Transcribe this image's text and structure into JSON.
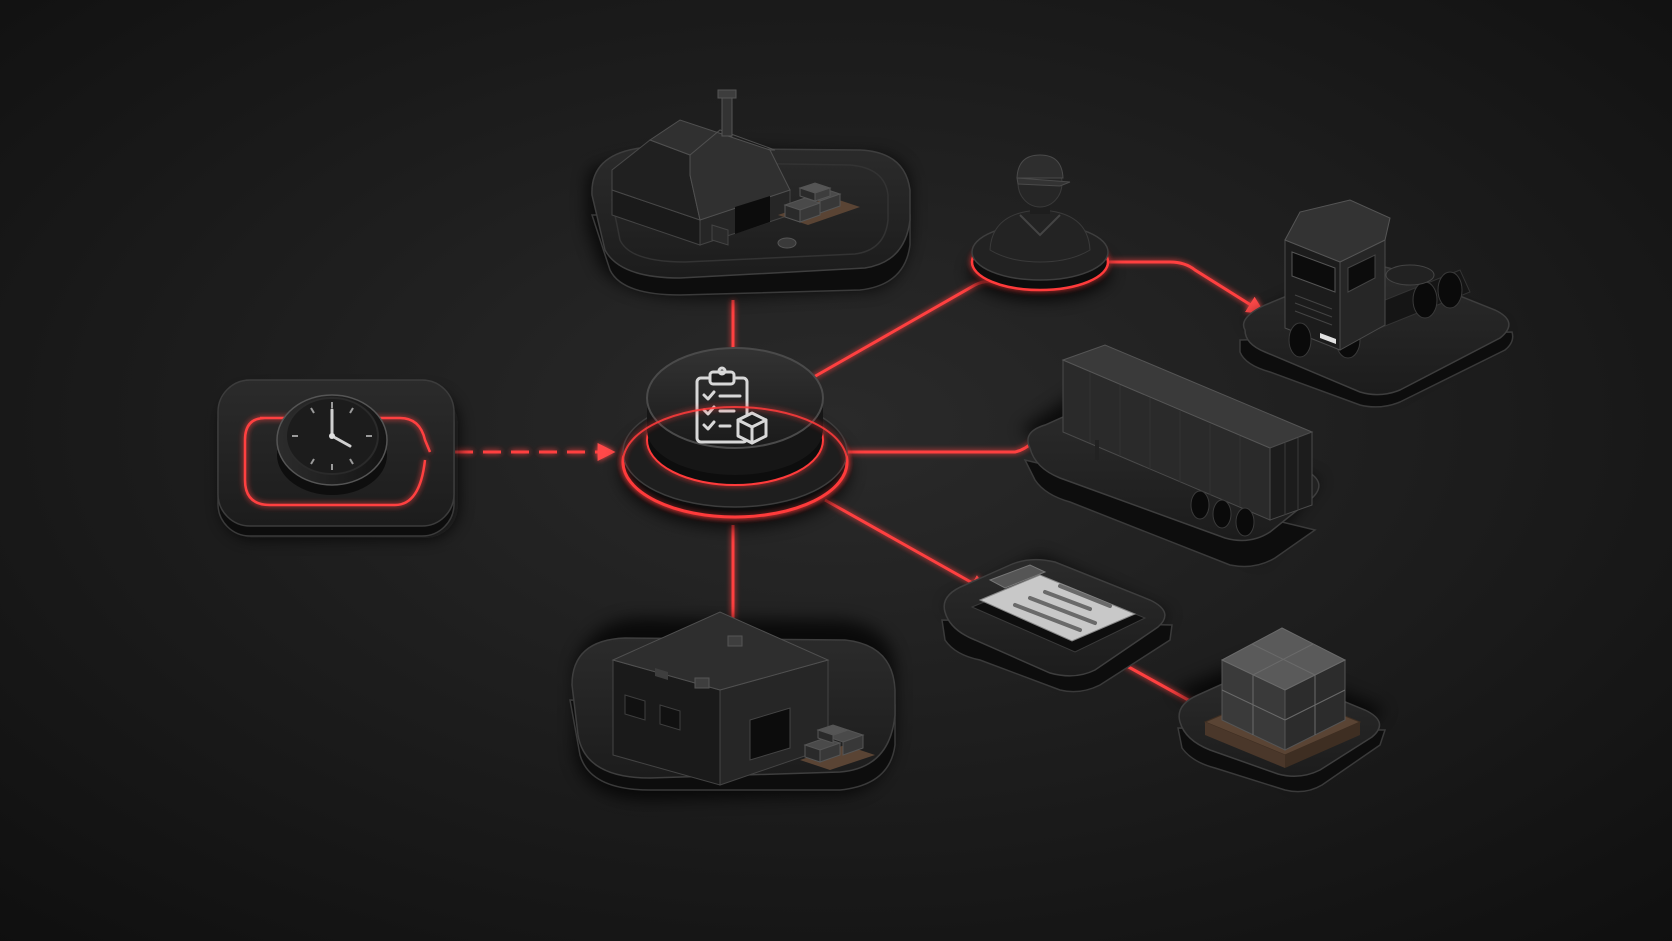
{
  "colors": {
    "background_center": "#2a2a2a",
    "background_edge": "#101010",
    "tile_top": "#242424",
    "tile_side": "#0c0c0c",
    "tile_rim": "#3a3a3a",
    "object_dark": "#1c1c1c",
    "object_mid": "#2e2e2e",
    "object_light": "#4a4a4a",
    "accent_red": "#ff3b3b",
    "accent_red_glow": "#ff5a5a",
    "pallet_wood": "#5a4434"
  },
  "nodes": [
    {
      "id": "order-hub",
      "icon": "clipboard-checklist-box-icon"
    },
    {
      "id": "time-trigger",
      "icon": "clock-icon"
    },
    {
      "id": "factory",
      "icon": "factory-icon"
    },
    {
      "id": "warehouse",
      "icon": "warehouse-icon"
    },
    {
      "id": "driver",
      "icon": "driver-bust-icon"
    },
    {
      "id": "truck",
      "icon": "semi-truck-icon"
    },
    {
      "id": "trailer",
      "icon": "shipping-trailer-icon"
    },
    {
      "id": "document",
      "icon": "clipboard-document-icon"
    },
    {
      "id": "pallet",
      "icon": "pallet-boxes-icon"
    }
  ],
  "connections": [
    {
      "from": "time-trigger",
      "to": "order-hub",
      "style": "dashed",
      "arrow": true
    },
    {
      "from": "order-hub",
      "to": "factory",
      "style": "solid",
      "arrow": false
    },
    {
      "from": "order-hub",
      "to": "warehouse",
      "style": "solid",
      "arrow": false
    },
    {
      "from": "order-hub",
      "to": "driver",
      "style": "solid",
      "arrow": false
    },
    {
      "from": "driver",
      "to": "truck",
      "style": "solid",
      "arrow": true
    },
    {
      "from": "order-hub",
      "to": "trailer",
      "style": "solid",
      "arrow": false
    },
    {
      "from": "order-hub",
      "to": "document",
      "style": "solid",
      "arrow": true
    },
    {
      "from": "document",
      "to": "pallet",
      "style": "solid",
      "arrow": true
    }
  ]
}
